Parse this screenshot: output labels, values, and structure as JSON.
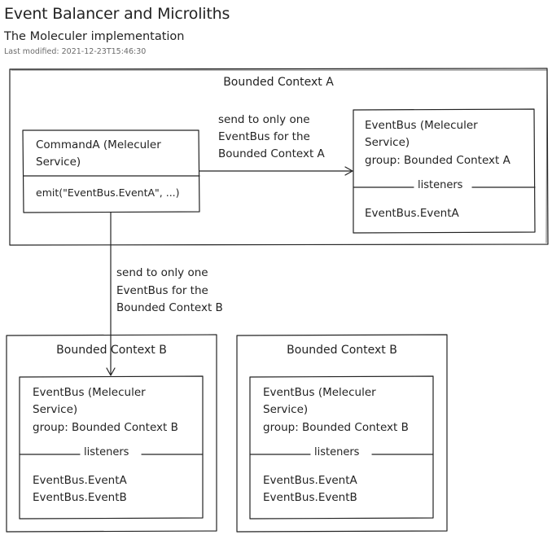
{
  "header": {
    "title": "Event Balancer and Microliths",
    "subtitle": "The Moleculer implementation",
    "last_modified": "Last modified: 2021-12-23T15:46:30"
  },
  "context_a": {
    "title": "Bounded Context A",
    "command": {
      "name_line1": "CommandA (Meleculer",
      "name_line2": "Service)",
      "body": "emit(\"EventBus.EventA\", ...)"
    },
    "eventbus": {
      "line1": "EventBus (Meleculer",
      "line2": "Service)",
      "line3": "group: Bounded Context A",
      "separator": "listeners",
      "events": [
        "EventBus.EventA"
      ]
    }
  },
  "arrow_a": {
    "line1": "send to only one",
    "line2": "EventBus for the",
    "line3": "Bounded Context A"
  },
  "arrow_b": {
    "line1": "send to only one",
    "line2": "EventBus for the",
    "line3": "Bounded Context B"
  },
  "context_b1": {
    "title": "Bounded Context B",
    "eventbus": {
      "line1": "EventBus (Meleculer",
      "line2": "Service)",
      "line3": "group: Bounded Context B",
      "separator": "listeners",
      "events": [
        "EventBus.EventA",
        "EventBus.EventB"
      ]
    }
  },
  "context_b2": {
    "title": "Bounded Context B",
    "eventbus": {
      "line1": "EventBus (Meleculer",
      "line2": "Service)",
      "line3": "group: Bounded Context B",
      "separator": "listeners",
      "events": [
        "EventBus.EventA",
        "EventBus.EventB"
      ]
    }
  },
  "colors": {
    "stroke": "#232323",
    "background": "#ffffff"
  }
}
